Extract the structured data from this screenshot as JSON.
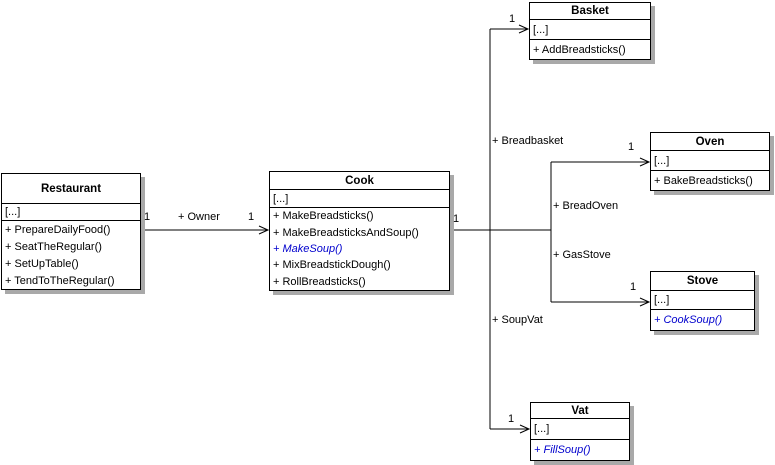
{
  "diagram_type": "uml-class-diagram",
  "classes": {
    "restaurant": {
      "title": "Restaurant",
      "attributes_collapsed": "[...]",
      "methods": [
        "+ PrepareDailyFood()",
        "+ SeatTheRegular()",
        "+ SetUpTable()",
        "+ TendToTheRegular()"
      ]
    },
    "cook": {
      "title": "Cook",
      "attributes_collapsed": "[...]",
      "methods": [
        "+ MakeBreadsticks()",
        "+ MakeBreadsticksAndSoup()",
        "+ MakeSoup()",
        "+ MixBreadstickDough()",
        "+ RollBreadsticks()"
      ]
    },
    "basket": {
      "title": "Basket",
      "attributes_collapsed": "[...]",
      "methods": [
        "+ AddBreadsticks()"
      ]
    },
    "oven": {
      "title": "Oven",
      "attributes_collapsed": "[...]",
      "methods": [
        "+ BakeBreadsticks()"
      ]
    },
    "stove": {
      "title": "Stove",
      "attributes_collapsed": "[...]",
      "methods": [
        "+ CookSoup()"
      ]
    },
    "vat": {
      "title": "Vat",
      "attributes_collapsed": "[...]",
      "methods": [
        "+ FillSoup()"
      ]
    }
  },
  "associations": {
    "owner": {
      "from": "Restaurant",
      "to": "Cook",
      "label": "+ Owner",
      "from_multiplicity": "1",
      "to_multiplicity": "1"
    },
    "breadbasket": {
      "from": "Cook",
      "to": "Basket",
      "label": "+ Breadbasket",
      "from_multiplicity": "1",
      "to_multiplicity": "1"
    },
    "breadoven": {
      "from": "Cook",
      "to": "Oven",
      "label": "+ BreadOven",
      "from_multiplicity": "1",
      "to_multiplicity": "1"
    },
    "gasstove": {
      "from": "Cook",
      "to": "Stove",
      "label": "+ GasStove",
      "from_multiplicity": "1",
      "to_multiplicity": "1"
    },
    "soupvat": {
      "from": "Cook",
      "to": "Vat",
      "label": "+ SoupVat",
      "from_multiplicity": "1",
      "to_multiplicity": "1"
    }
  },
  "colors": {
    "member_text": "#000000",
    "virtual_member_text": "#0000cd",
    "box_border": "#000000",
    "box_background": "#ffffff",
    "drop_shadow": "#a9a9a9",
    "line": "#000000",
    "canvas_background": "#ffffff"
  }
}
